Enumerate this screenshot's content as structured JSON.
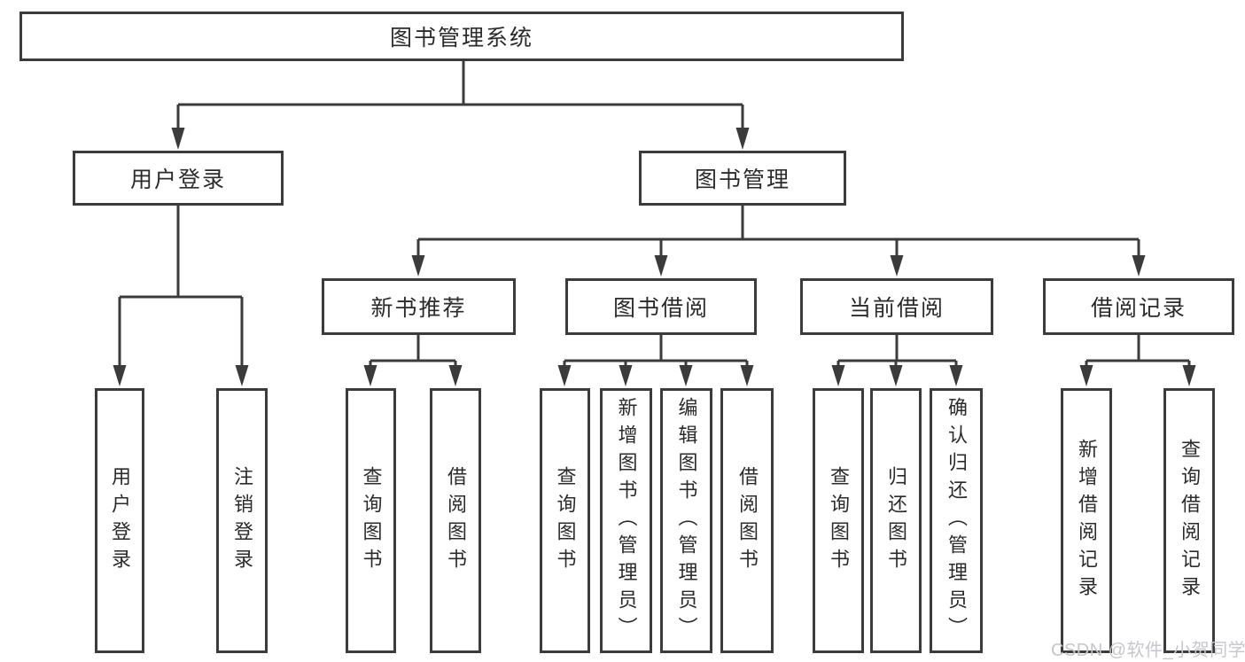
{
  "diagram": {
    "root": {
      "label": "图书管理系统"
    },
    "level2": [
      {
        "label": "用户登录"
      },
      {
        "label": "图书管理"
      }
    ],
    "level3": [
      {
        "label": "新书推荐",
        "parent": "图书管理"
      },
      {
        "label": "图书借阅",
        "parent": "图书管理"
      },
      {
        "label": "当前借阅",
        "parent": "图书管理"
      },
      {
        "label": "借阅记录",
        "parent": "图书管理"
      }
    ],
    "leaves": [
      {
        "label": "用户登录",
        "parent": "用户登录"
      },
      {
        "label": "注销登录",
        "parent": "用户登录"
      },
      {
        "label": "查询图书",
        "parent": "新书推荐"
      },
      {
        "label": "借阅图书",
        "parent": "新书推荐"
      },
      {
        "label": "查询图书",
        "parent": "图书借阅"
      },
      {
        "label": "新增图书（管理员）",
        "parent": "图书借阅"
      },
      {
        "label": "编辑图书（管理员）",
        "parent": "图书借阅"
      },
      {
        "label": "借阅图书",
        "parent": "图书借阅"
      },
      {
        "label": "查询图书",
        "parent": "当前借阅"
      },
      {
        "label": "归还图书",
        "parent": "当前借阅"
      },
      {
        "label": "确认归还（管理员）",
        "parent": "当前借阅"
      },
      {
        "label": "新增借阅记录",
        "parent": "借阅记录"
      },
      {
        "label": "查询借阅记录",
        "parent": "借阅记录"
      }
    ],
    "watermark": "CSDN @软件_小贺同学",
    "colors": {
      "line": "#3b3b3b",
      "text": "#2b2b2b",
      "box_fill": "#ffffff",
      "background": "#ffffff",
      "watermark": "#c6c6cc"
    }
  }
}
